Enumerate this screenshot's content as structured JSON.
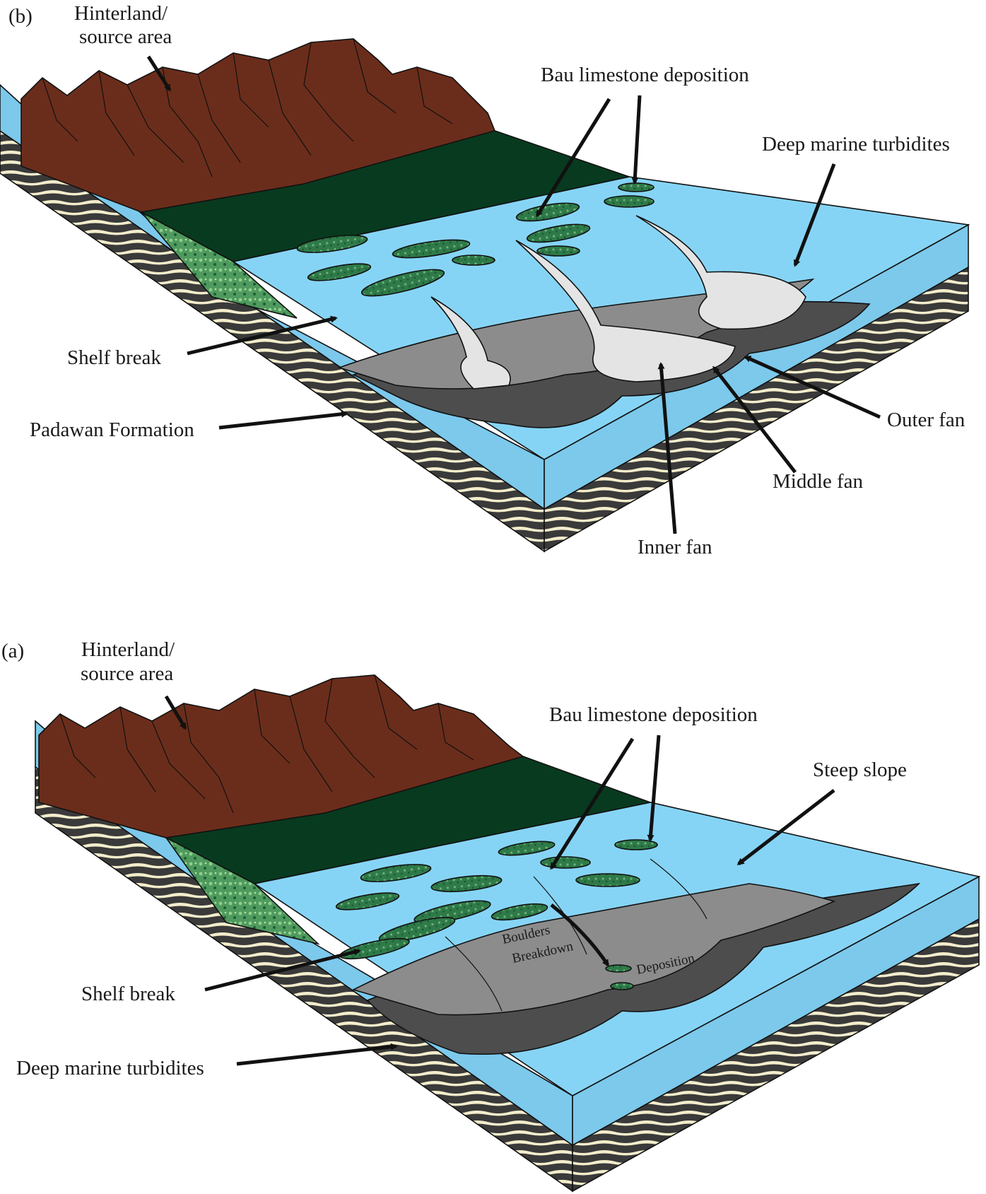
{
  "colors": {
    "mountain": "#6b2d1b",
    "mountain_dark": "#5a2616",
    "forest": "#083a1f",
    "sea": "#86d4f5",
    "sea_side": "#7cc9ec",
    "basin_mid": "#8c8c8c",
    "basin_dark": "#4d4d4d",
    "fan": "#e4e4e4",
    "limestone": "#2e7a48",
    "sediment_light": "#f3edcc",
    "sediment_dark": "#3a3a3a"
  },
  "panel_b": {
    "tag": "(b)",
    "labels": {
      "hinterland_l1": "Hinterland/",
      "hinterland_l2": "source area",
      "bau": "Bau limestone deposition",
      "deep_marine": "Deep marine turbidites",
      "shelf_break": "Shelf break",
      "padawan": "Padawan Formation",
      "outer_fan": "Outer fan",
      "middle_fan": "Middle fan",
      "inner_fan": "Inner fan"
    }
  },
  "panel_a": {
    "tag": "(a)",
    "labels": {
      "hinterland_l1": "Hinterland/",
      "hinterland_l2": "source area",
      "bau": "Bau limestone deposition",
      "steep_slope": "Steep slope",
      "shelf_break": "Shelf break",
      "deep_marine": "Deep marine turbidites",
      "boulders": "Boulders",
      "breakdown": "Breakdown",
      "deposition": "Deposition"
    }
  }
}
